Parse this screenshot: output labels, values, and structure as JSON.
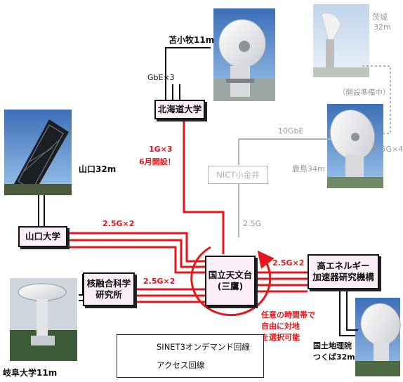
{
  "nodes": {
    "hokkaido": "北海道大学",
    "yamaguchi": "山口大学",
    "nifs_line1": "核融合科学",
    "nifs_line2": "研究所",
    "naoj_line1": "国立天文台",
    "naoj_line2": "(三鷹)",
    "kek_line1": "高エネルギー",
    "kek_line2": "加速器研究機構",
    "nict": "NICT小金井"
  },
  "labels": {
    "tomakomai": "苫小牧11m",
    "gbe3": "GbE×3",
    "hokkaido_link_line1": "1G×3",
    "hokkaido_link_line2": "6月開設！",
    "yamaguchi32": "山口32m",
    "yamaguchi_link": "2.5G×2",
    "nifs_link": "2.5G×2",
    "kek_link": "2.5G×2",
    "nict_link": "2.5G",
    "tengbe": "10GbE",
    "kashima": "鹿島34m",
    "ibaraki_line1": "茨城",
    "ibaraki_line2": "32m",
    "preparing": "（開設準備中）",
    "kashima_link": "2.5G×4",
    "ondemand_line1": "任意の時間帯で",
    "ondemand_line2": "自由に対地",
    "ondemand_line3": "を選択可能",
    "gifu": "岐阜大学11m",
    "gsi_line1": "国土地理院",
    "gsi_line2": "つくば32m"
  },
  "legend": {
    "sinet": "SINET3オンデマンド回線",
    "access": "アクセス回線"
  },
  "colors": {
    "sinet_line": "#e8161c",
    "access_line": "#111111",
    "planned_line": "#b3b3b3",
    "node_fill": "#fbeef6"
  },
  "icons": [
    "radio-telescope-photo",
    "parabolic-antenna-photo",
    "ondemand-arc-arrow"
  ]
}
